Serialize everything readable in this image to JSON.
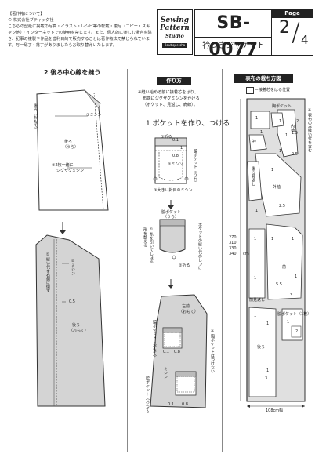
{
  "copyright": {
    "heading": "【著作権について】",
    "publisher": "© 株式会社ブティック社",
    "text": "こちらの型紙に掲載の写真・イラスト・レシピ等の転載・複写（コピー・スキャン他）・インターネットでの使用を禁じます。また、個人的に楽しむ場合を除き、記事の複製や作品を営利目的で販売することは著作権法で禁じられています。万一乱丁・落丁がありましたらお取り替えいたします。"
  },
  "logo": {
    "line1": "Sewing",
    "line2": "Pattern",
    "line3": "Studio",
    "tag": "Boutique-sha"
  },
  "header": {
    "code": "SB-0077",
    "title": "衿つきジャケット",
    "page_label": "Page",
    "page_current": "2",
    "page_total": "4"
  },
  "left": {
    "section_title": "2 後ろ中心線を縫う",
    "back_label_v": "後ろ（おもて）",
    "seam1": "①ミシン",
    "back_ura": "後ろ",
    "back_ura2": "（うら）",
    "seam2a": "②2枚一緒に",
    "seam2b": "ジグザグミシン",
    "arrow": "↓",
    "press_v": "①縫い代を右側に倒す",
    "stitch_v": "②ミシン",
    "val05": "0.5",
    "back_omote": "後ろ",
    "back_omote2": "（おもて）"
  },
  "middle": {
    "banner": "作り方",
    "note1": "※縫い始める前に接着芯をはり、",
    "note2": "布端にジグザグミシンをかける",
    "note3": "（ポケット、見返し、肩線）。",
    "step_title": "1 ポケットを作り、つける",
    "fold1": "①折る",
    "v01": "0.1",
    "v1": "1",
    "v08": "0.8",
    "seam2": "②ミシン",
    "pocket_ura_v": "脇ポケット（うら）",
    "big_stitch": "③大きい針目のミシン",
    "pocket_ura": "脇ポケット",
    "pocket_ura2": "（うら）",
    "thread_v": "①糸を引いてしぼる",
    "shape_v": "形を整える",
    "fold2": "②折る",
    "press_v": "ポケットの縫い代のしつけ",
    "arrow": "↓",
    "front_left": "左前",
    "front_left2": "（おもて）",
    "pocket_omote_v": "脇ポケット（おもて）",
    "stitch_v": "ミシン",
    "pocket_omote_v2": "脇ポケット（おもて）",
    "v01b": "0.1",
    "v08b": "0.8",
    "v01c": "0.1",
    "v08c": "0.8",
    "side_note_v": "※胸ポケットはつけない"
  },
  "right": {
    "banner": "表布の裁ち方図",
    "legend": "＝接着芯をはる位置",
    "side_note_v": "※表布のみ縫い代を含む",
    "pieces": [
      {
        "name": "胸ポケット"
      },
      {
        "name": "衿"
      },
      {
        "name": "外袖"
      },
      {
        "name": "内袖"
      },
      {
        "name": "後ろ見返し"
      },
      {
        "name": "前"
      },
      {
        "name": "前見返し"
      },
      {
        "name": "脇ポケット（1枚）"
      },
      {
        "name": "後ろ"
      }
    ],
    "seam_values": [
      "1",
      "1",
      "1",
      "1",
      "1",
      "1",
      "2",
      "1.5",
      "2.5",
      "2.5",
      "1",
      "1",
      "5.5",
      "1",
      "1",
      "1",
      "3",
      "2",
      "1",
      "1",
      "1",
      "1",
      "1",
      "1",
      "3"
    ],
    "length_values": [
      "270",
      "310",
      "330",
      "340"
    ],
    "dim": "cm",
    "width": "108cm幅"
  }
}
